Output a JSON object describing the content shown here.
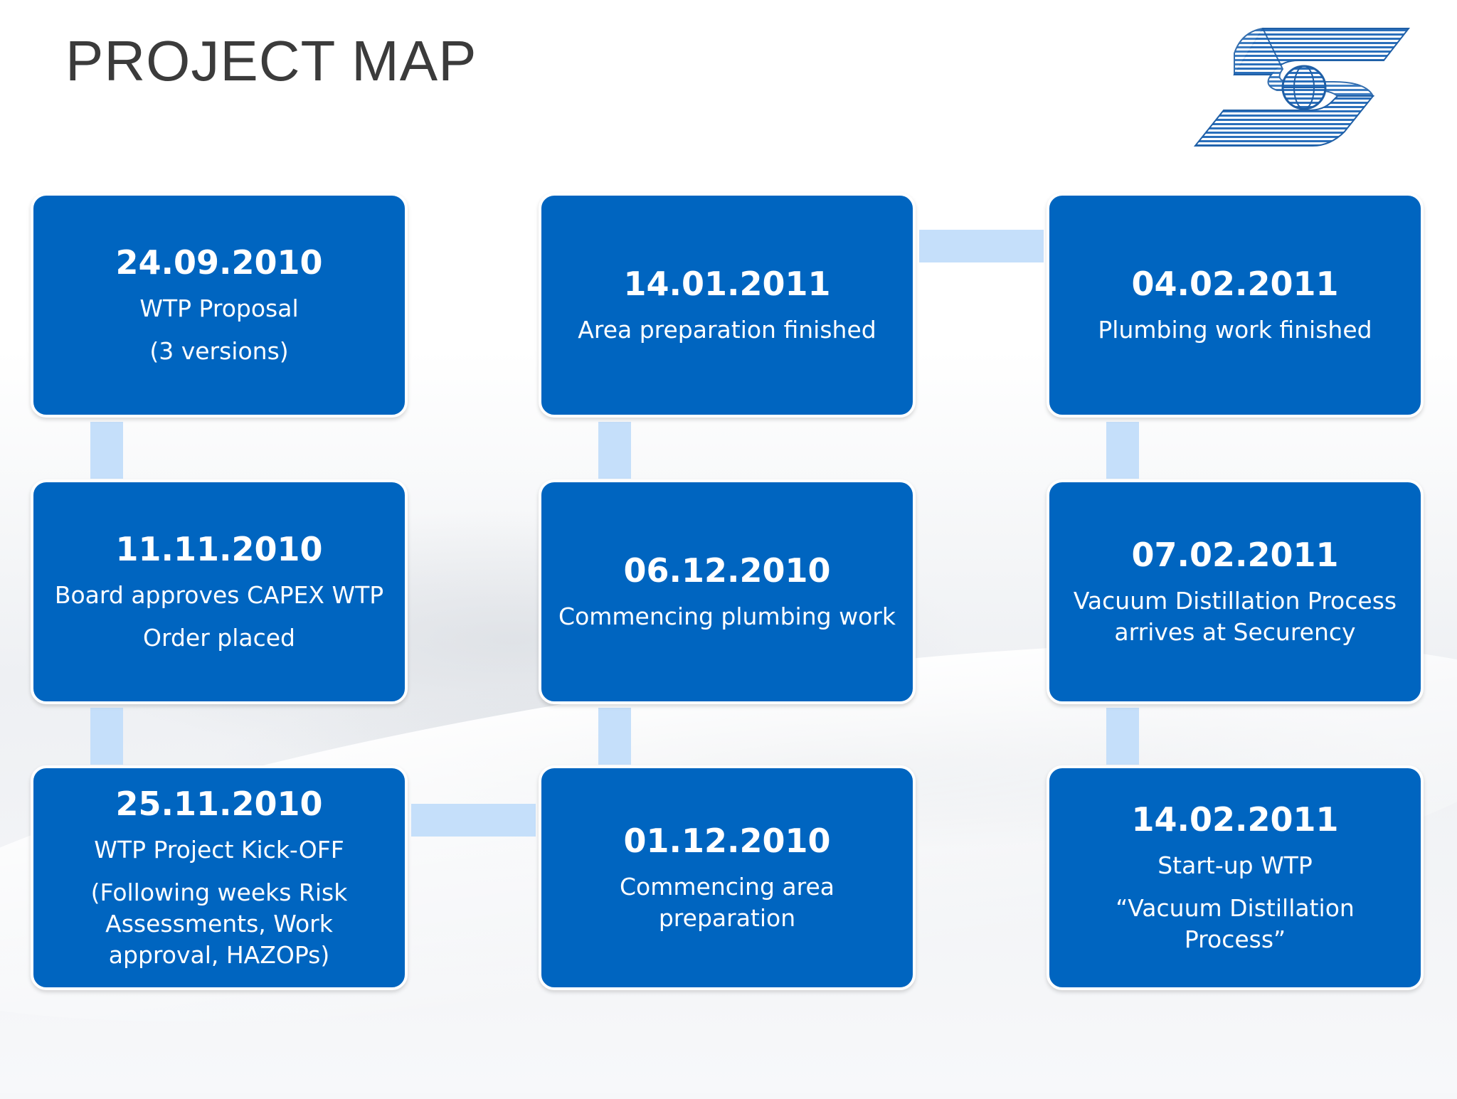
{
  "title": "PROJECT MAP",
  "milestones": [
    {
      "date": "24.09.2010",
      "lines": [
        "WTP Proposal",
        "(3 versions)"
      ]
    },
    {
      "date": "11.11.2010",
      "lines": [
        "Board approves CAPEX WTP",
        "Order placed"
      ]
    },
    {
      "date": "25.11.2010",
      "lines": [
        "WTP Project Kick-OFF",
        "(Following weeks Risk Assessments, Work approval, HAZOPs)"
      ]
    },
    {
      "date": "14.01.2011",
      "lines": [
        "Area preparation finished"
      ]
    },
    {
      "date": "06.12.2010",
      "lines": [
        "Commencing plumbing work"
      ]
    },
    {
      "date": "01.12.2010",
      "lines": [
        "Commencing area preparation"
      ]
    },
    {
      "date": "04.02.2011",
      "lines": [
        "Plumbing work finished"
      ]
    },
    {
      "date": "07.02.2011",
      "lines": [
        "Vacuum Distillation Process arrives at Securency"
      ]
    },
    {
      "date": "14.02.2011",
      "lines": [
        "Start-up WTP",
        "“Vacuum Distillation Process”"
      ]
    }
  ],
  "colors": {
    "box": "#0065c0",
    "connector": "#c5dffa",
    "title": "#3b3b3b",
    "logo": "#1f6bb5"
  },
  "logo_icon": "company-logo"
}
